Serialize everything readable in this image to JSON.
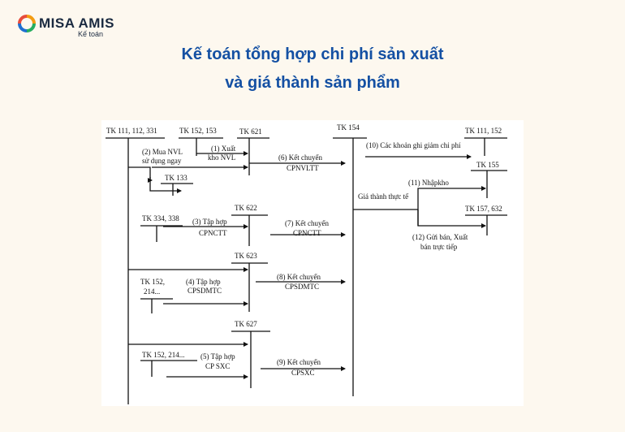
{
  "brand": {
    "name": "MISA AMIS",
    "sub": "Kế toán"
  },
  "title": {
    "line1": "Kế toán tổng hợp chi phí sản xuất",
    "line2": "và giá thành sản phẩm"
  },
  "accounts": {
    "tk111": "TK 111, 112, 331",
    "tk152a": "TK 152, 153",
    "tk621": "TK 621",
    "tk154": "TK 154",
    "tk111b": "TK 111, 152",
    "tk155": "TK 155",
    "tk157": "TK 157, 632",
    "tk133": "TK 133",
    "tk334": "TK 334, 338",
    "tk622": "TK 622",
    "tk623": "TK 623",
    "tk152b_1": "TK 152,",
    "tk152b_2": "214...",
    "tk627": "TK  627",
    "tk152c": "TK 152, 214..."
  },
  "labels": {
    "e2a": "(2) Mua NVL",
    "e2b": "sử dụng ngay",
    "e1a": "(1) Xuất",
    "e1b": "kho NVL",
    "e6a": "(6) Kết chuyển",
    "e6b": "CPNVLTT",
    "e10": "(10) Các khoản ghi giảm chi phí",
    "e11": "(11) Nhậpkho",
    "gia": "Giá thành thực tế",
    "e3a": "(3) Tập hợp",
    "e3b": "CPNCTT",
    "e7a": "(7) Kết chuyển",
    "e7b": "CPNCTT",
    "e12a": "(12) Gửi bán, Xuất",
    "e12b": "bán trực tiếp",
    "e4a": "(4) Tập hợp",
    "e4b": "CPSDMTC",
    "e8a": "(8) Kết chuyển",
    "e8b": "CPSDMTC",
    "e5a": "(5) Tập hợp",
    "e5b": "CP SXC",
    "e9a": "(9) Kết chuyển",
    "e9b": "CPSXC"
  },
  "colors": {
    "title": "#1450a3",
    "logo_dark": "#1a2a40",
    "logo_blue": "#1f6fd0",
    "logo_orange": "#f39c12",
    "logo_green": "#27ae60",
    "logo_red": "#e74c3c"
  }
}
